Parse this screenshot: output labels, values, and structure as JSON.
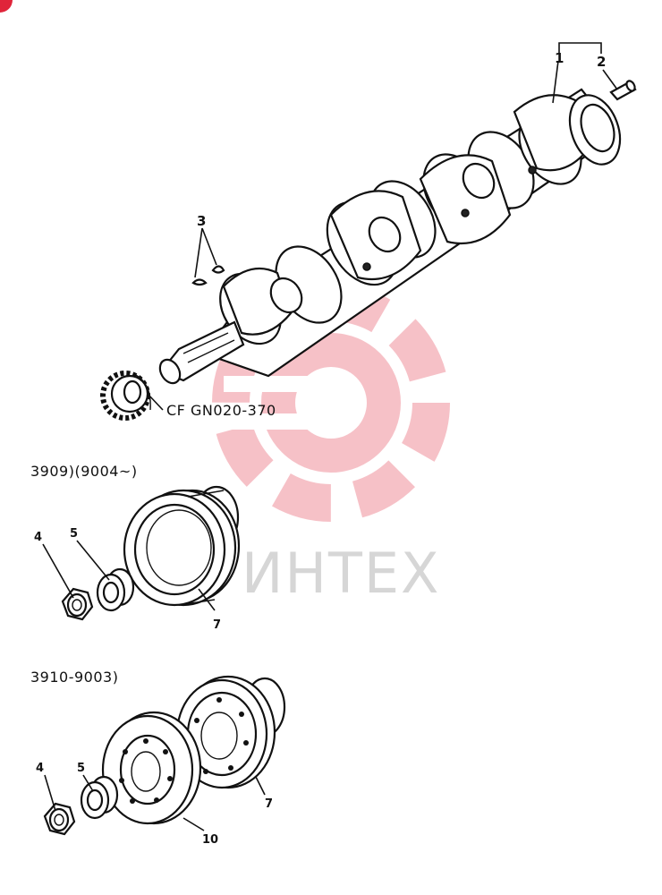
{
  "page": {
    "corner_mark_color": "#e0243a"
  },
  "watermark": {
    "text": "ИНТЕХ",
    "color": "#e0243a"
  },
  "labels": {
    "part_1": "1",
    "part_2": "2",
    "part_3": "3",
    "part_4_a": "4",
    "part_5_a": "5",
    "part_7_a": "7",
    "part_4_b": "4",
    "part_5_b": "5",
    "part_7_b": "7",
    "part_10": "10"
  },
  "gear_reference": "CF GN020-370",
  "sections": {
    "upper_caption": "3909)(9004~)",
    "lower_caption": "3910-9003)"
  }
}
